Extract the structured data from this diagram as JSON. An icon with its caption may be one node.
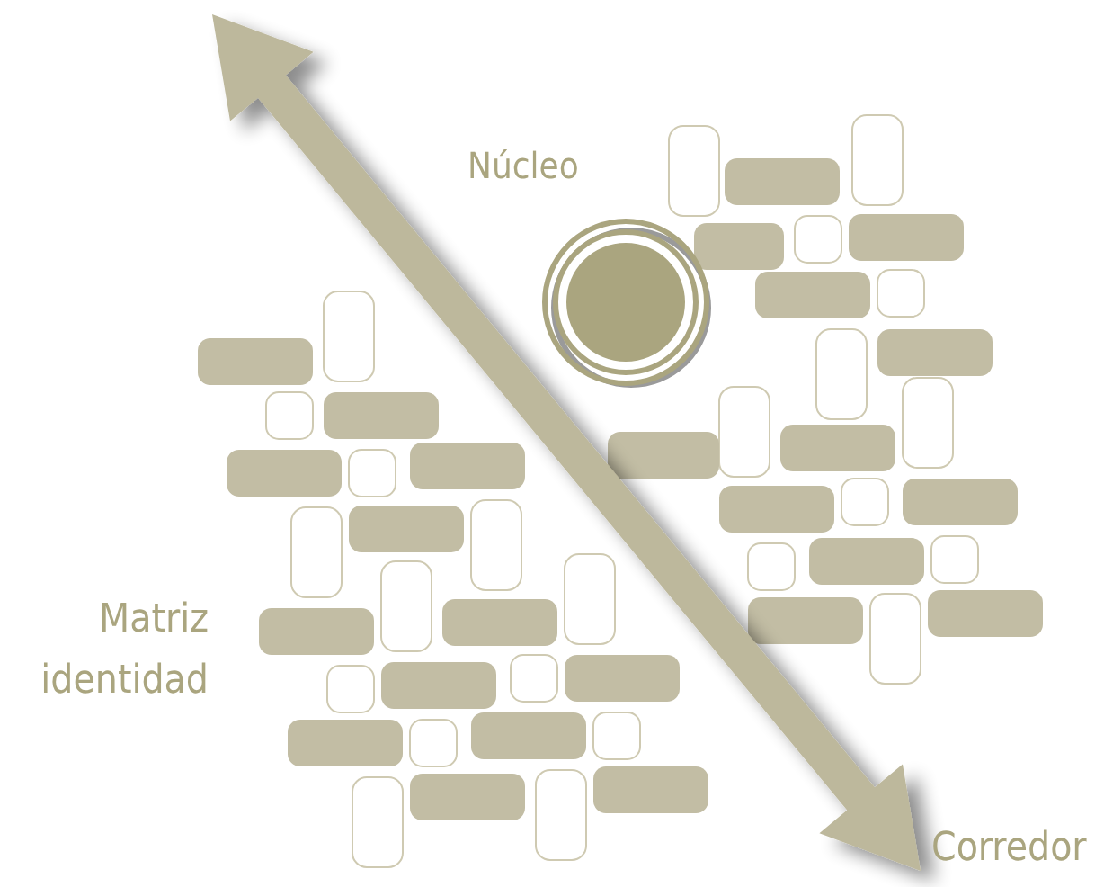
{
  "diagram": {
    "nodes": [
      {
        "text": [
          "Núcleo"
        ]
      }
    ],
    "labels": [
      "Matriz identidad",
      "Corredor"
    ]
  }
}
